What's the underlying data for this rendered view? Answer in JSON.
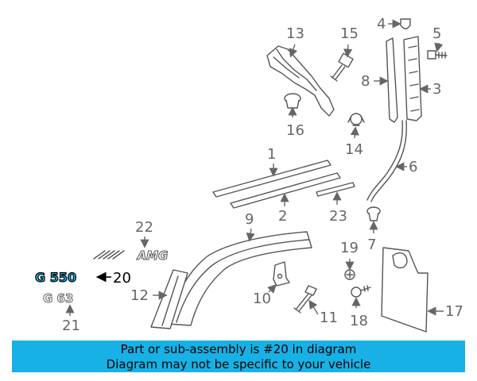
{
  "labels": {
    "p1": "1",
    "p2": "2",
    "p3": "3",
    "p4": "4",
    "p5": "5",
    "p6": "6",
    "p7": "7",
    "p8": "8",
    "p9": "9",
    "p10": "10",
    "p11": "11",
    "p12": "12",
    "p13": "13",
    "p14": "14",
    "p15": "15",
    "p16": "16",
    "p17": "17",
    "p18": "18",
    "p19": "19",
    "p20": "20",
    "p21": "21",
    "p22": "22",
    "p23": "23"
  },
  "emblems": {
    "amg": "AMG",
    "g550": "G 550",
    "g63": "G 63"
  },
  "highlight_part": "20",
  "colors": {
    "banner_bg": "#17b1e6",
    "highlight": "#17b1e6",
    "line": "#555555"
  },
  "banner": {
    "line1": "Part or sub-assembly is #20 in diagram",
    "line2": "Diagram may not be specific to your vehicle"
  }
}
